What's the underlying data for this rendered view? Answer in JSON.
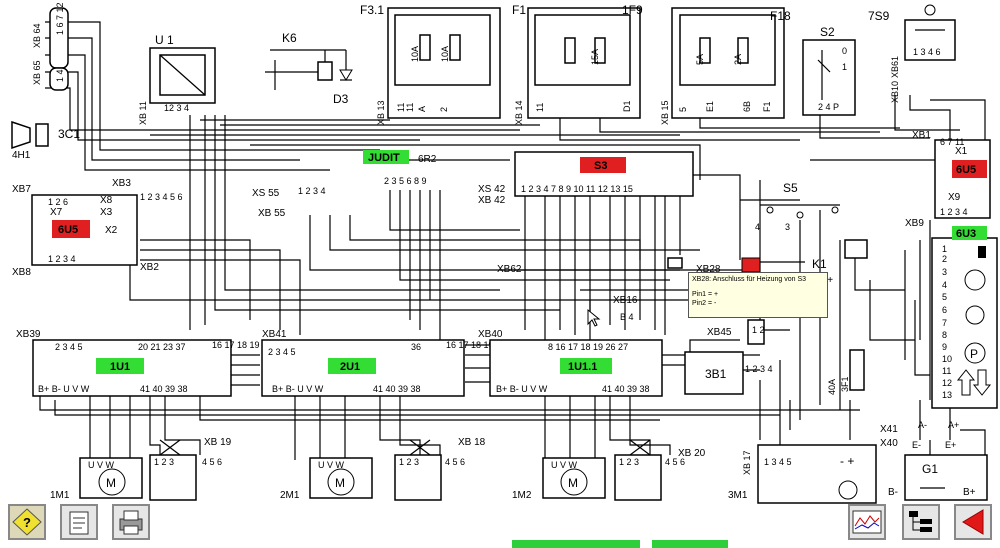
{
  "labels": {
    "xb64": "XB 64",
    "xb65": "XB 65",
    "xb64_pins": "1 6 7 12",
    "xb65_pins": "1 4",
    "u1": "U 1",
    "xb11": "XB 11",
    "u1_pins": "12  3 4",
    "k6": "K6",
    "d3": "D3",
    "f3_1": "F3.1",
    "fuse_10a": "10A",
    "xb13": "XB 13",
    "pin_11": "11",
    "pin_a": "A",
    "pin_2": "2",
    "f1": "F1",
    "f9": "1F9",
    "fuse_15a": "15A",
    "xb14": "XB 14",
    "pin_d1": "D1",
    "f18": "F18",
    "fuse_5a": "5A",
    "fuse_2a": "2A",
    "xb15": "XB 15",
    "pin_5": "5",
    "pin_e1": "E1",
    "pin_6b": "6B",
    "pin_f1": "F1",
    "s2": "S2",
    "s2_pos0": "0",
    "s2_pos1": "1",
    "s2_pins": "2 4 P",
    "s7_9": "7S9",
    "s7_9_pins": "1 3 4 6",
    "xb61": "XB61",
    "xb10": "XB10",
    "c3_1": "3C1",
    "h4_1": "4H1",
    "u6_5": "6U5",
    "xb7": "XB7",
    "xb3": "XB3",
    "x7": "X7",
    "x3": "X3",
    "x8": "X8",
    "x2": "X2",
    "xb2": "XB2",
    "xb8": "XB8",
    "pins_1234": "1 2 3 4",
    "pins_126": "1 2 6",
    "pins_1to6": "1 2 3 4 5 6",
    "judit": "JUDIT",
    "r6_2": "6R2",
    "judit_pins": "2 3 5   6   8 9",
    "xs55": "XS 55",
    "xb55": "XB 55",
    "s3": "S3",
    "s3_pins": "1 2 3 4 7 8 9 10 11 12 13 15",
    "xs42": "XS 42",
    "xb42": "XB 42",
    "s5": "S5",
    "pin_4": "4",
    "pin_3": "3",
    "k1": "K1",
    "x1_plus": "X1+",
    "xb62": "XB62",
    "xb28": "XB28",
    "xb16": "XB16",
    "xb16_pins": "B 4",
    "xb45": "XB45",
    "pins_12": "1 2",
    "xb1": "XB1",
    "x1": "X1",
    "pins_6711": "6 7 11",
    "x9": "X9",
    "xb9": "XB9",
    "u6_3": "6U3",
    "panel_pins": [
      "1",
      "2",
      "3",
      "4",
      "5",
      "6",
      "7",
      "8",
      "9",
      "10",
      "11",
      "12",
      "13"
    ],
    "parking_symbol": "P",
    "b3_1": "3B1",
    "f3_1_rating": "40A",
    "f3_1b": "3F1",
    "u1_1": "1U1",
    "xb39": "XB39",
    "pins_2345": "2 3 4 5",
    "pins_2021337": "20 21 23 37",
    "pins_16to19": "16 17 18 19",
    "pins_bottom": "B+ B-  U  V  W",
    "pins_4140": "41 40 39 38",
    "u2_1": "2U1",
    "xb41": "XB41",
    "pins_2345v": "2 3 4 5",
    "pins_36": "36",
    "u1_1_1": "1U1.1",
    "xb40": "XB40",
    "pins_1u11_top": "8 16 17 18 19 26 27",
    "motor": "M",
    "uvw": "U  V  W",
    "m1_1": "1M1",
    "m2_1": "2M1",
    "m1_2": "1M2",
    "pins_123": "1 2 3",
    "pins_456": "4 5 6",
    "xb19": "XB 19",
    "xb18": "XB 18",
    "xb20": "XB 20",
    "pins_1345": "1 3 4 5",
    "pm": "- +",
    "xb17": "XB 17",
    "m3_1": "3M1",
    "g1": "G1",
    "b_minus": "B-",
    "b_plus": "B+",
    "x41": "X41",
    "x40": "X40",
    "a_minus": "A-",
    "a_plus": "A+",
    "e_minus": "E-",
    "e_plus": "E+"
  },
  "tooltip": {
    "title": "XB28:  Anschluss für Heizung von S3",
    "pin1": "Pin1 = +",
    "pin2": "Pin2 = -"
  }
}
